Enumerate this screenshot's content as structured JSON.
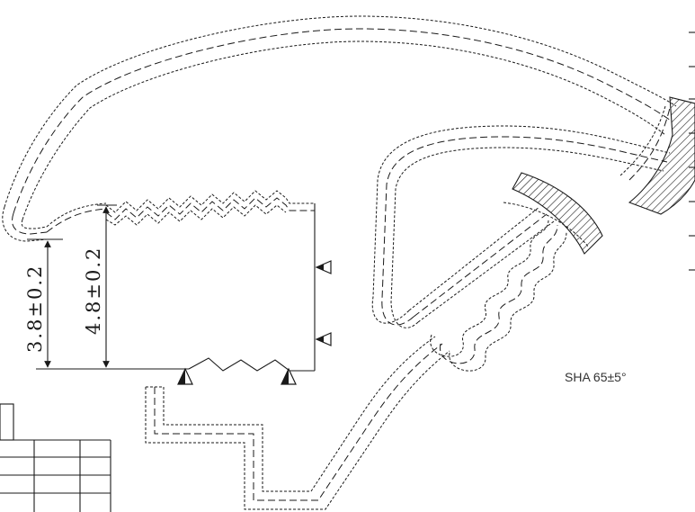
{
  "drawing": {
    "dimension_left": "3.8±0.2",
    "dimension_right": "4.8±0.2",
    "hardness_note": "SHA 65±5°"
  },
  "colors": {
    "line": "#1a1a1a",
    "background": "#ffffff",
    "note": "#333333"
  },
  "icons": [
    "surface-finish-triangle-icon"
  ]
}
